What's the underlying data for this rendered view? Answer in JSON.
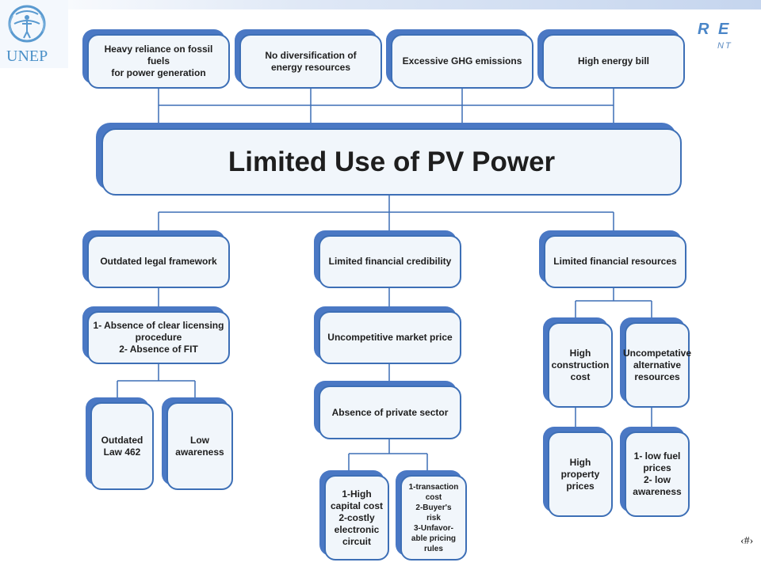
{
  "header": {
    "logo_text": "UNEP",
    "ghost_title": "R E",
    "ghost_subtitle": "NT",
    "page_number": "‹#›"
  },
  "diagram": {
    "top_causes": [
      "Heavy reliance on fossil fuels\nfor power generation",
      "No diversification of\nenergy resources",
      "Excessive GHG emissions",
      "High energy bill"
    ],
    "main_problem": "Limited Use of PV Power",
    "branches": {
      "legal": {
        "title": "Outdated legal framework",
        "detail": "1- Absence of clear licensing\nprocedure\n2- Absence of FIT",
        "children": [
          "Outdated\nLaw 462",
          "Low\nawareness"
        ]
      },
      "credibility": {
        "title": "Limited financial credibility",
        "market": "Uncompetitive market price",
        "private": "Absence of private sector",
        "children": [
          "1-High\ncapital cost\n2-costly\nelectronic\ncircuit",
          "1-transaction\ncost\n2-Buyer's\nrisk\n3-Unfavor-\nable pricing\nrules"
        ]
      },
      "resources": {
        "title": "Limited financial resources",
        "left": "High\nconstruction\ncost",
        "right": "Uncompetative\nalternative\nresources",
        "left_child": "High\nproperty\nprices",
        "right_child": "1- low fuel\nprices\n2- low\nawareness"
      }
    }
  }
}
